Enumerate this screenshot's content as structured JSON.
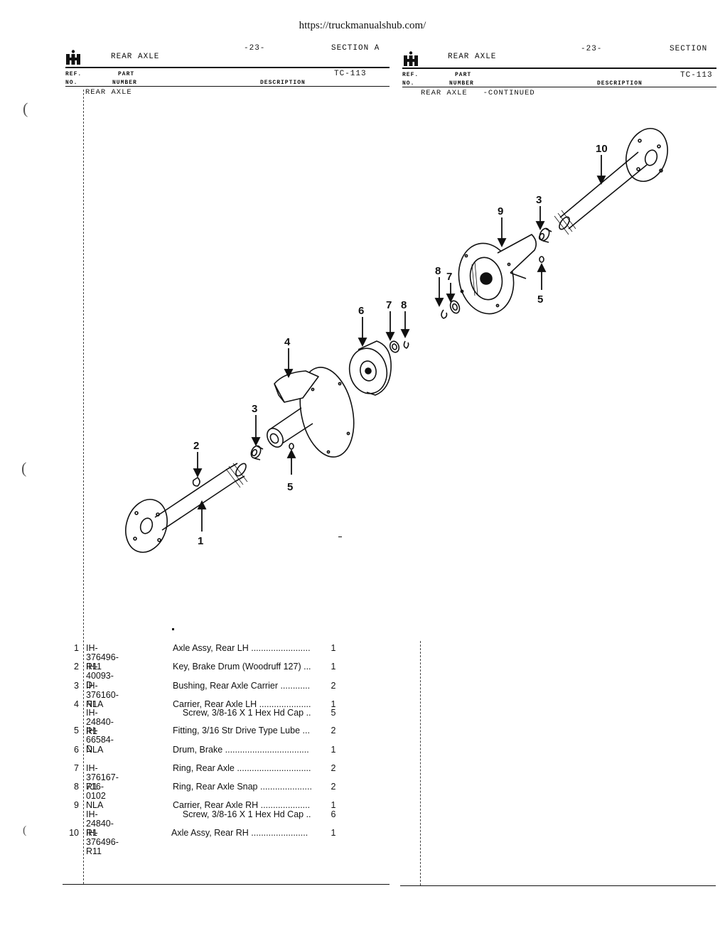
{
  "url": "https://truckmanualshub.com/",
  "left": {
    "title": "REAR AXLE",
    "page": "-23-",
    "section": "SECTION  A",
    "model": "TC-113",
    "ref_label": "REF.",
    "no_label": "NO.",
    "part_label": "PART",
    "number_label": "NUMBER",
    "description_label": "DESCRIPTION",
    "group": "REAR AXLE"
  },
  "right": {
    "title": "REAR AXLE",
    "page": "-23-",
    "section": "SECTION",
    "model": "TC-113",
    "ref_label": "REF.",
    "no_label": "NO.",
    "part_label": "PART",
    "number_label": "NUMBER",
    "description_label": "DESCRIPTION",
    "group": "REAR AXLE   -CONTINUED"
  },
  "callouts": [
    "1",
    "2",
    "3",
    "4",
    "5",
    "6",
    "7",
    "8",
    "3",
    "5",
    "7",
    "8",
    "9",
    "10"
  ],
  "parts": [
    {
      "ref": "1",
      "part": "IH-376496-R11",
      "desc": "Axle Assy, Rear LH ........................",
      "qty": "1"
    },
    {
      "ref": "2",
      "part": "IH-40093-D",
      "desc": "Key, Brake Drum (Woodruff 127) ...",
      "qty": "1"
    },
    {
      "ref": "3",
      "part": "IH-376160-R1",
      "desc": "Bushing, Rear Axle Carrier ............",
      "qty": "2"
    },
    {
      "ref": "4",
      "part": "NLA",
      "desc": "Carrier, Rear Axle LH .....................",
      "qty": "1"
    },
    {
      "ref": "",
      "part": "IH-24840-R1",
      "desc": "    Screw, 3/8-16 X 1 Hex Hd Cap ..",
      "qty": "5"
    },
    {
      "ref": "5",
      "part": "IH-66584-D",
      "desc": "Fitting, 3/16 Str Drive Type Lube ...",
      "qty": "2"
    },
    {
      "ref": "6",
      "part": "NLA",
      "desc": "Drum, Brake ..................................",
      "qty": "1"
    },
    {
      "ref": "7",
      "part": "IH-376167-R1",
      "desc": "Ring, Rear Axle ..............................",
      "qty": "2"
    },
    {
      "ref": "8",
      "part": "716-0102",
      "desc": "Ring, Rear Axle Snap .....................",
      "qty": "2"
    },
    {
      "ref": "9",
      "part": "NLA",
      "desc": "Carrier, Rear Axle RH ....................",
      "qty": "1"
    },
    {
      "ref": "",
      "part": "IH-24840-R1",
      "desc": "    Screw, 3/8-16 X 1 Hex Hd Cap ..",
      "qty": "6"
    },
    {
      "ref": "10",
      "part": "IH-376496-R11",
      "desc": "Axle Assy, Rear RH .......................",
      "qty": "1"
    }
  ]
}
